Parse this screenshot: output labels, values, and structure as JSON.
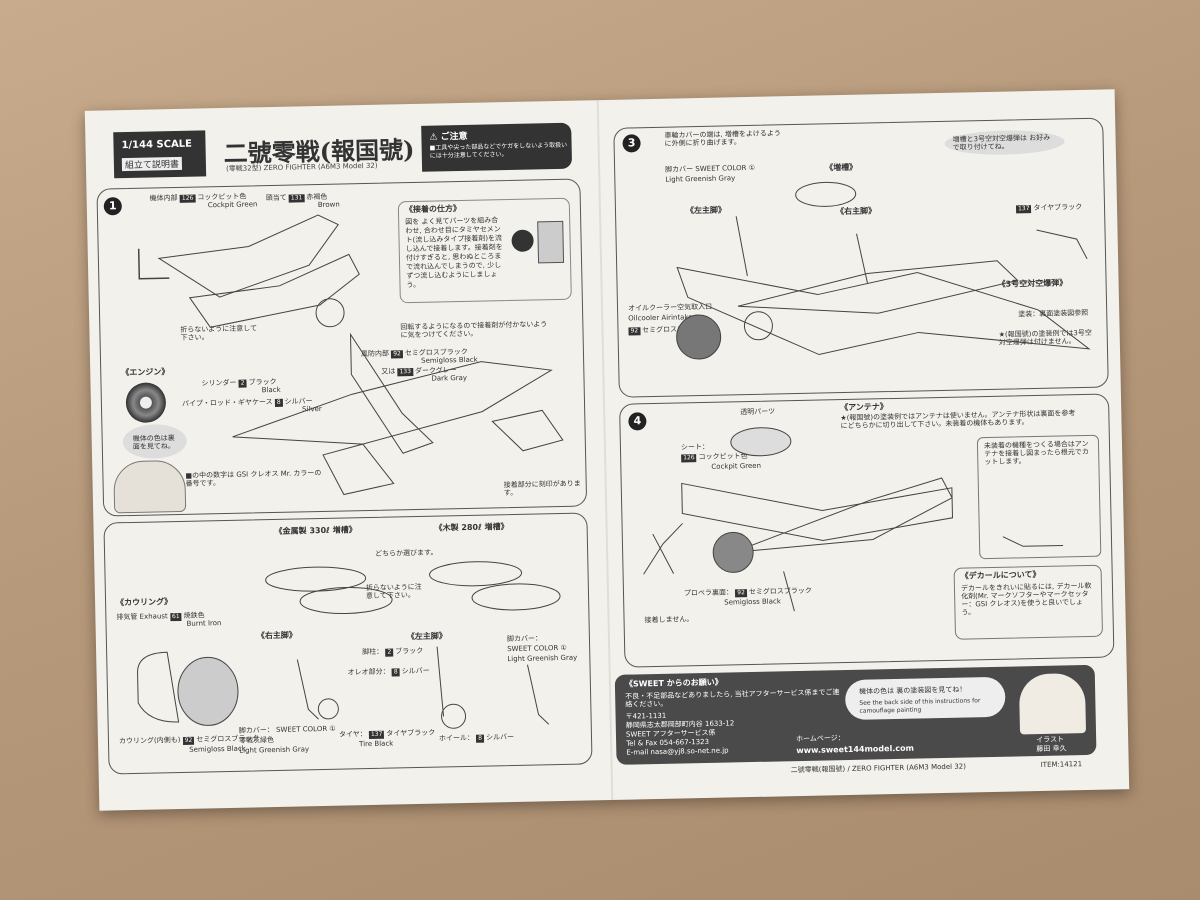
{
  "header": {
    "scale": "1/144 SCALE",
    "manual": "組立て説明書",
    "title": "二號零戦(報国號)",
    "subtitle": "(零戦32型) ZERO FIGHTER (A6M3 Model 32)",
    "caution_title": "ご注意",
    "caution_text": "■工具や尖った部品などでケガをしないよう取扱いには十分注意してください。"
  },
  "step1": {
    "number": "1",
    "cockpit_interior": "機体内部",
    "cockpit_code": "126",
    "cockpit_jp": "コックピット色",
    "cockpit_en": "Cockpit Green",
    "headrest": "頭当て",
    "brown_code": "131",
    "brown_jp": "赤褐色",
    "brown_en": "Brown",
    "fold_note": "折らないように注意して下さい。",
    "glue_title": "《接着の仕方》",
    "glue_text": "図を よく見てパーツを組み合わせ, 合わせ目にタミヤセメント(流し込みタイプ接着剤)を流し込んで接着します。接着剤を付けすぎると, 思わぬところまで流れ込んでしまうので, 少しずつ流し込むようにしましょう。",
    "rotate_note": "回転するようになるので接着剤が付かないように気をつけてください。",
    "engine_title": "《エンジン》",
    "cylinder": "シリンダー",
    "black_code": "2",
    "black_jp": "ブラック",
    "black_en": "Black",
    "pipe": "パイプ・ロッド・ギヤケース",
    "silver_code": "8",
    "silver_jp": "シルバー",
    "silver_en": "Silver",
    "wind_interior": "風防内部",
    "semigloss_code": "92",
    "semigloss_jp": "セミグロスブラック",
    "semigloss_en": "Semigloss Black",
    "or": "又は",
    "darkgray_code": "133",
    "darkgray_jp": "ダークグレー",
    "darkgray_en": "Dark Gray",
    "color_back": "機体の色は裏面を見てね。",
    "gsi_note": "■の中の数字は GSI クレオス Mr. カラーの番号です。",
    "engrave_note": "接着部分に刻印があります。"
  },
  "step2": {
    "metal_tank": "《金属製 330ℓ 増槽》",
    "wood_tank": "《木製 280ℓ 増槽》",
    "choose": "どちらか選びます。",
    "fold_note": "折らないように注意して下さい。",
    "cowling_title": "《カウリング》",
    "exhaust": "排気管 Exhaust",
    "burnt_code": "61",
    "burnt_jp": "焼鉄色",
    "burnt_en": "Burnt Iron",
    "right_gear": "《右主脚》",
    "left_gear": "《左主脚》",
    "strut": "脚柱：",
    "oleo": "オレオ部分：",
    "tire": "タイヤ：",
    "tire_code": "137",
    "tire_jp": "タイヤブラック",
    "tire_en": "Tire Black",
    "wheel": "ホイール：",
    "gear_cover": "脚カバー：",
    "sweet_color": "SWEET COLOR ①",
    "greenish_jp": "零戦灰緑色",
    "greenish_en": "Light Greenish Gray",
    "cowling_inner": "カウリング(内側も)"
  },
  "step3": {
    "number": "3",
    "gear_cover_note": "車輪カバーの端は, 増槽をよけるように外側に折り曲げます。",
    "gear_cover_label": "脚カバー",
    "drop_tank": "《増槽》",
    "left_main": "《左主脚》",
    "right_main": "《右主脚》",
    "tank_note": "増槽と3号空対空爆弾は お好みで取り付けてね。",
    "oilcooler_jp": "オイルクーラー空気取入口",
    "oilcooler_en": "Oilcooler Airintake",
    "bomb_title": "《3号空対空爆弾》",
    "bomb_note": "塗装：裏面塗装図参照",
    "bomb_note2": "★(報国號)の塗装例では3号空対空爆弾は付けません。"
  },
  "step4": {
    "number": "4",
    "clear_parts": "透明パーツ",
    "antenna_title": "《アンテナ》",
    "antenna_text": "★(報国號)の塗装例ではアンテナは使いません。アンテナ形状は裏面を参考にどちらかに切り出して下さい。未装着の機体もあります。",
    "seat": "シート：",
    "unequipped": "未装着の機種をつくる場合はアンテナを接着し図まったら根元でカットします。",
    "prop_back": "プロペラ裏面：",
    "glue_no": "接着しません。",
    "decal_title": "《デカールについて》",
    "decal_text": "デカールをきれいに貼るには, デカール軟化剤(Mr. マークソフターやマークセッター：GSI クレオス)を使うと良いでしょう。"
  },
  "sweet": {
    "request": "《SWEET からのお願い》",
    "defect": "不良・不足部品などありましたら, 当社アフターサービス係までご連絡ください。",
    "zip": "〒421-1131",
    "address": "静岡県志太郡岡部町内谷 1633-12",
    "service": "SWEET アフターサービス係",
    "tel": "Tel & Fax 054-667-1323",
    "email": "E-mail nasa@yj8.so-net.ne.jp",
    "homepage": "ホームページ：",
    "url": "www.sweet144model.com",
    "color_note_jp": "機体の色は 裏の塗装図を見てね！",
    "color_note_en": "See the back side of this instructions for camouflage painting",
    "illust": "イラスト",
    "illust_name": "藤田 幸久"
  },
  "footer": {
    "text": "二號零戦(報国號) / ZERO FIGHTER (A6M3 Model 32)",
    "item": "ITEM:14121"
  },
  "colors": {
    "table": "#b89a7c",
    "paper": "#f3f1ec",
    "ink": "#333333",
    "panel_dark": "#4a4a4a"
  }
}
